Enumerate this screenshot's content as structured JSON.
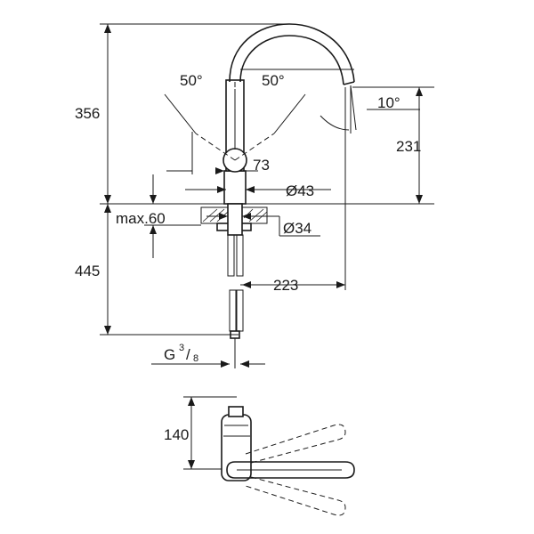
{
  "diagram": {
    "side_view": {
      "height_overall": "356",
      "height_spout": "231",
      "height_below_deck": "445",
      "swivel_left": "50°",
      "swivel_right": "50°",
      "aerator_tilt": "10°",
      "lever_offset": "73",
      "body_diameter": "Ø43",
      "hole_diameter": "Ø34",
      "max_deck": "max.60",
      "spout_reach": "223",
      "connection": {
        "prefix": "G",
        "numerator": "3",
        "denominator": "8"
      }
    },
    "top_view": {
      "depth": "140"
    }
  },
  "colors": {
    "ink": "#1a1a1a",
    "background": "#ffffff"
  }
}
